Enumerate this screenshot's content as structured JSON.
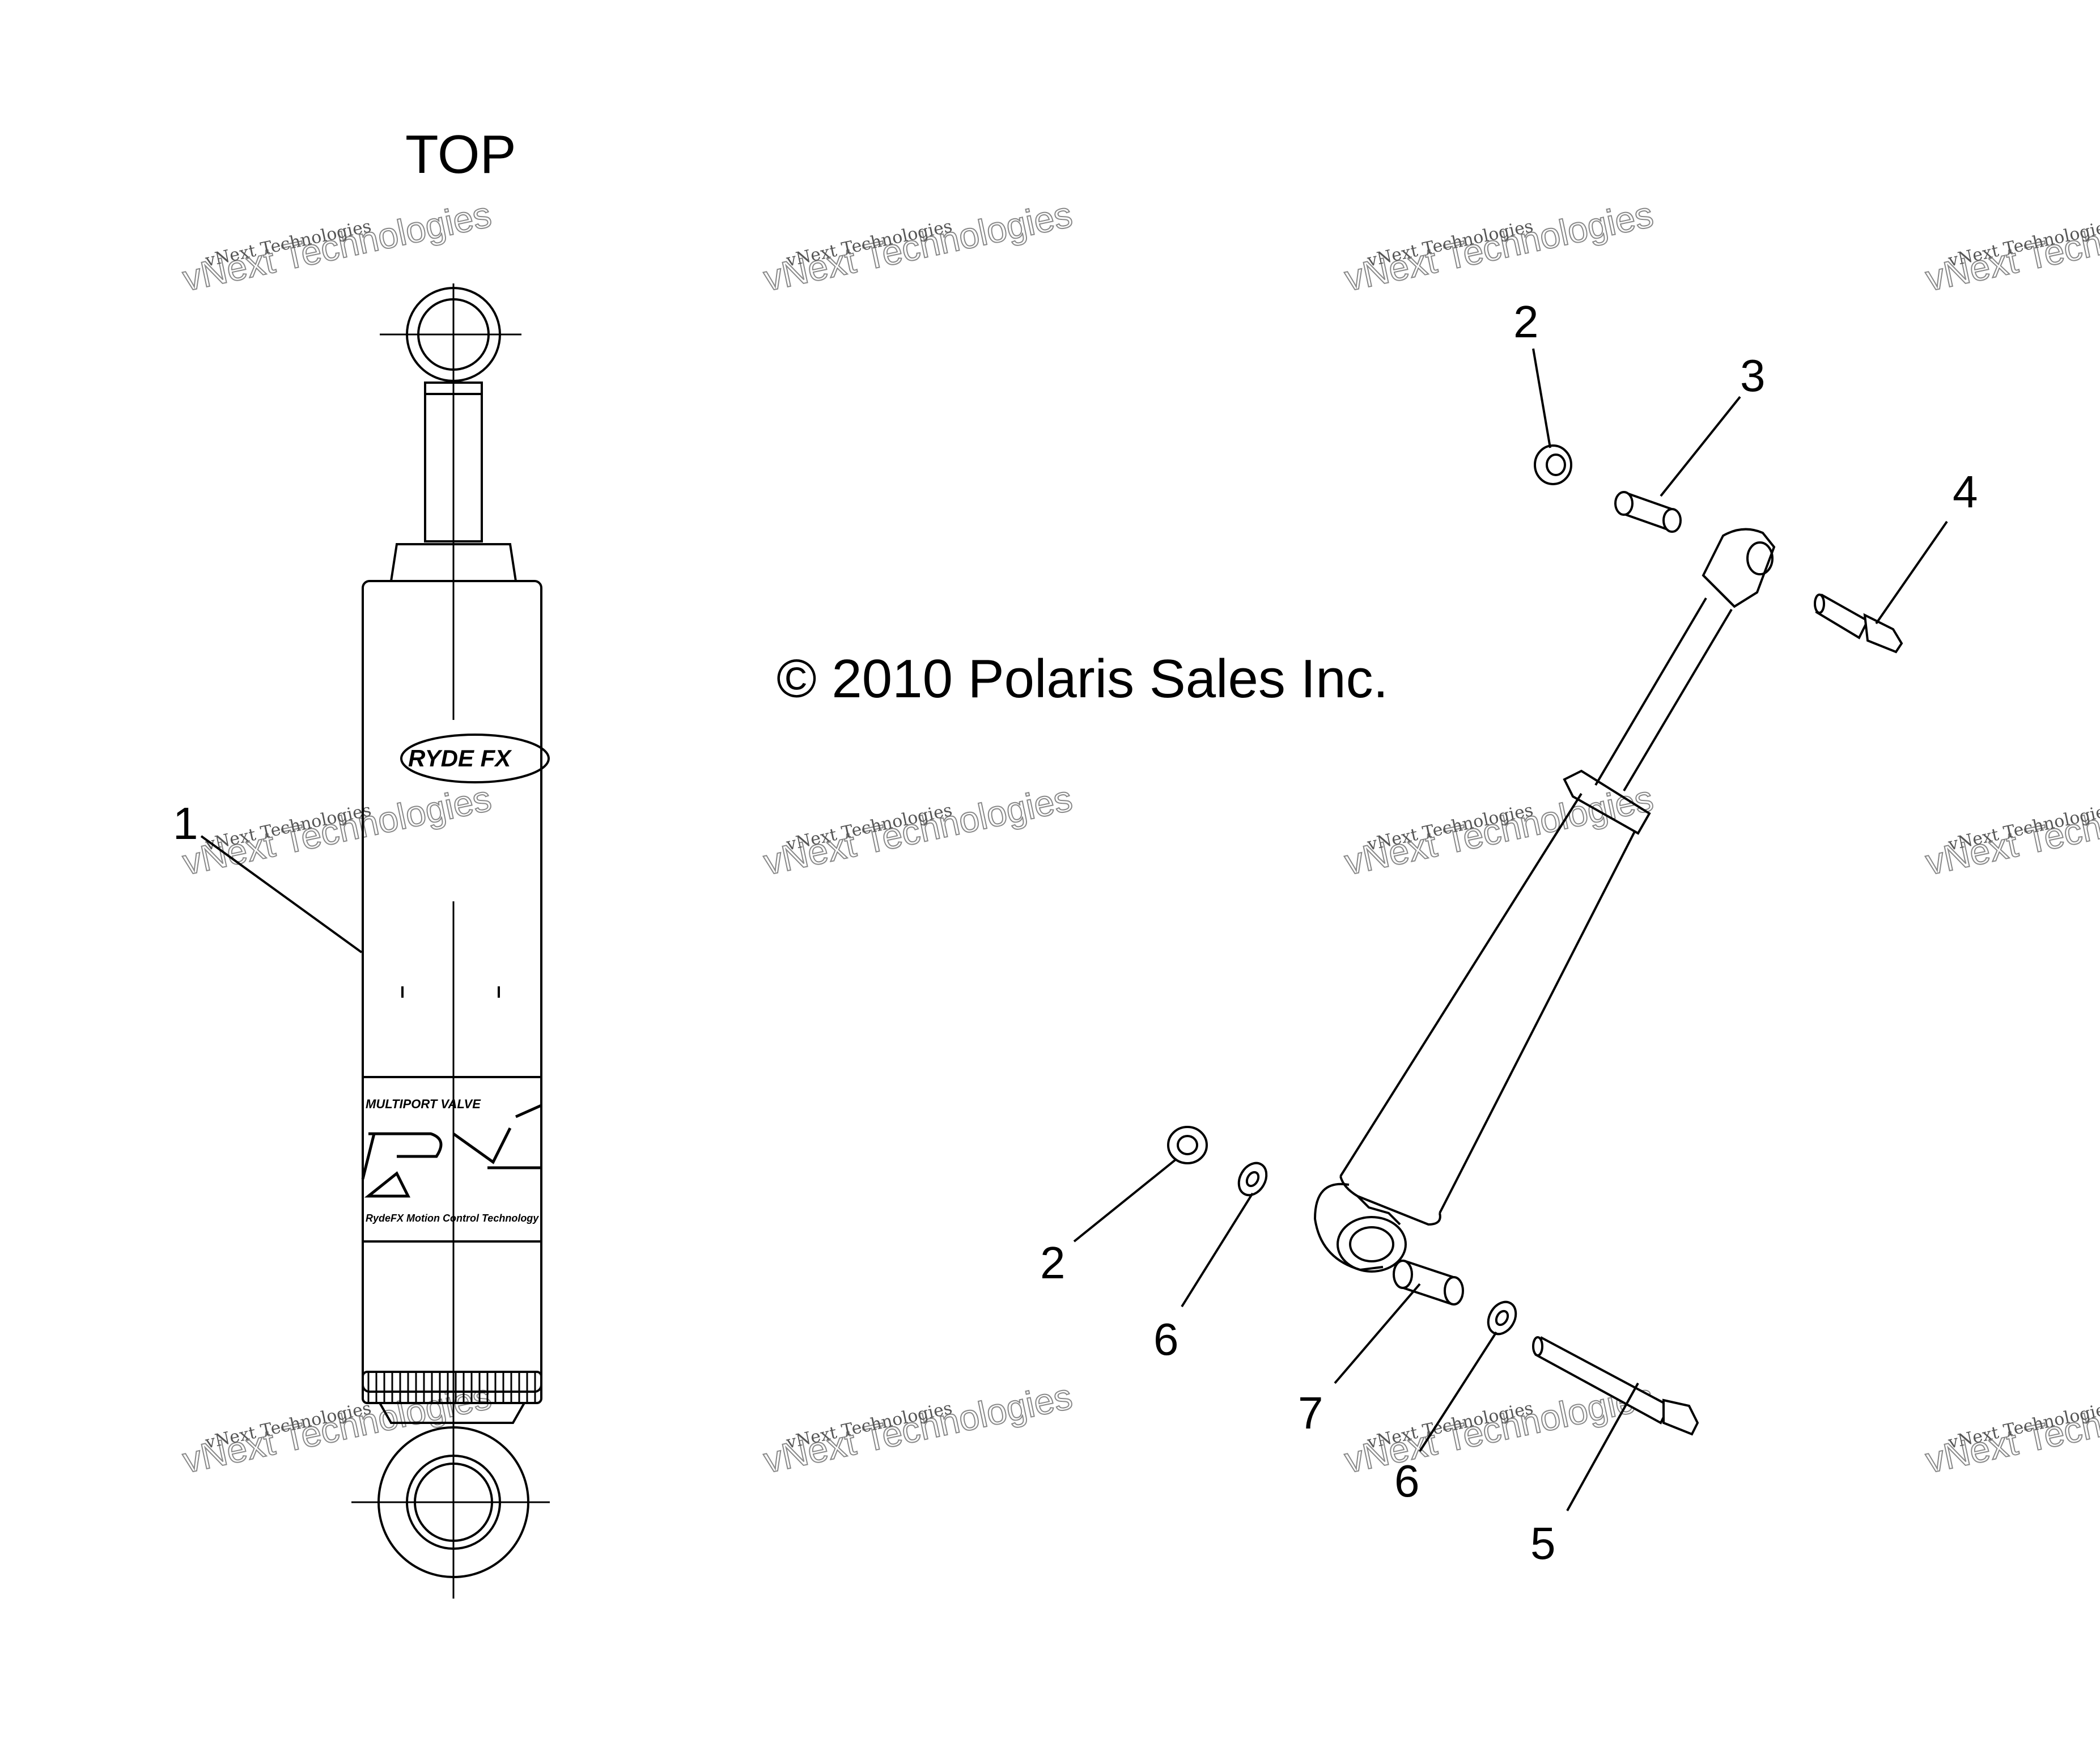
{
  "view_label": "TOP",
  "copyright": "© 2010 Polaris Sales Inc.",
  "callouts": [
    "1",
    "2",
    "3",
    "4",
    "2",
    "6",
    "7",
    "6",
    "5"
  ],
  "shock_text": {
    "brand": "RYDE FX",
    "valve": "MULTIPORT VALVE",
    "motion": "RydeFX Motion Control Technology"
  },
  "watermark": {
    "line1": "vNext Technologies",
    "line2": "vNext Technologies"
  }
}
